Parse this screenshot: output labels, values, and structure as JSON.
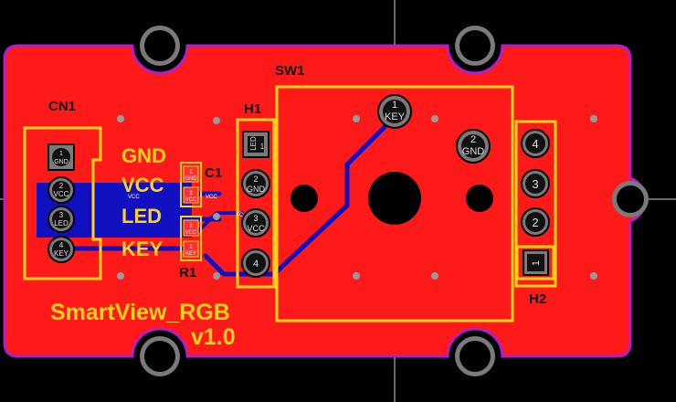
{
  "board": {
    "name": "SmartView_RGB",
    "version": "v1.0",
    "colors": {
      "background": "#000000",
      "board": "#ff1a1a",
      "outline": "#b020c8",
      "silk": "#ffd21a",
      "trace": "#1010c0",
      "pad": "#7a7a7a",
      "hole": "#000000"
    }
  },
  "components": {
    "cn1": {
      "ref": "CN1",
      "pins": [
        {
          "num": "1",
          "name": "GND"
        },
        {
          "num": "2",
          "name": "VCC"
        },
        {
          "num": "3",
          "name": "LED"
        },
        {
          "num": "4",
          "name": "KEY"
        }
      ]
    },
    "signal_labels": [
      "GND",
      "VCC",
      "LED",
      "KEY"
    ],
    "c1": {
      "ref": "C1",
      "pads": [
        {
          "num": "1",
          "name": "GND"
        },
        {
          "num": "2",
          "name": "VCC"
        }
      ]
    },
    "r1": {
      "ref": "R1",
      "pads": [
        {
          "num": "2",
          "name": "VCC"
        },
        {
          "num": "1",
          "name": "KEY"
        }
      ]
    },
    "h1": {
      "ref": "H1",
      "pins": [
        {
          "num": "1",
          "name": "LED"
        },
        {
          "num": "2",
          "name": "GND"
        },
        {
          "num": "3",
          "name": "VCC"
        },
        {
          "num": "4",
          "name": ""
        }
      ]
    },
    "sw1": {
      "ref": "SW1",
      "pins": [
        {
          "num": "1",
          "name": "KEY"
        },
        {
          "num": "2",
          "name": "GND"
        }
      ]
    },
    "h2": {
      "ref": "H2",
      "pins": [
        "4",
        "3",
        "2",
        "1"
      ]
    },
    "net_labels": [
      "VCC",
      "VCC",
      "VCC"
    ]
  }
}
